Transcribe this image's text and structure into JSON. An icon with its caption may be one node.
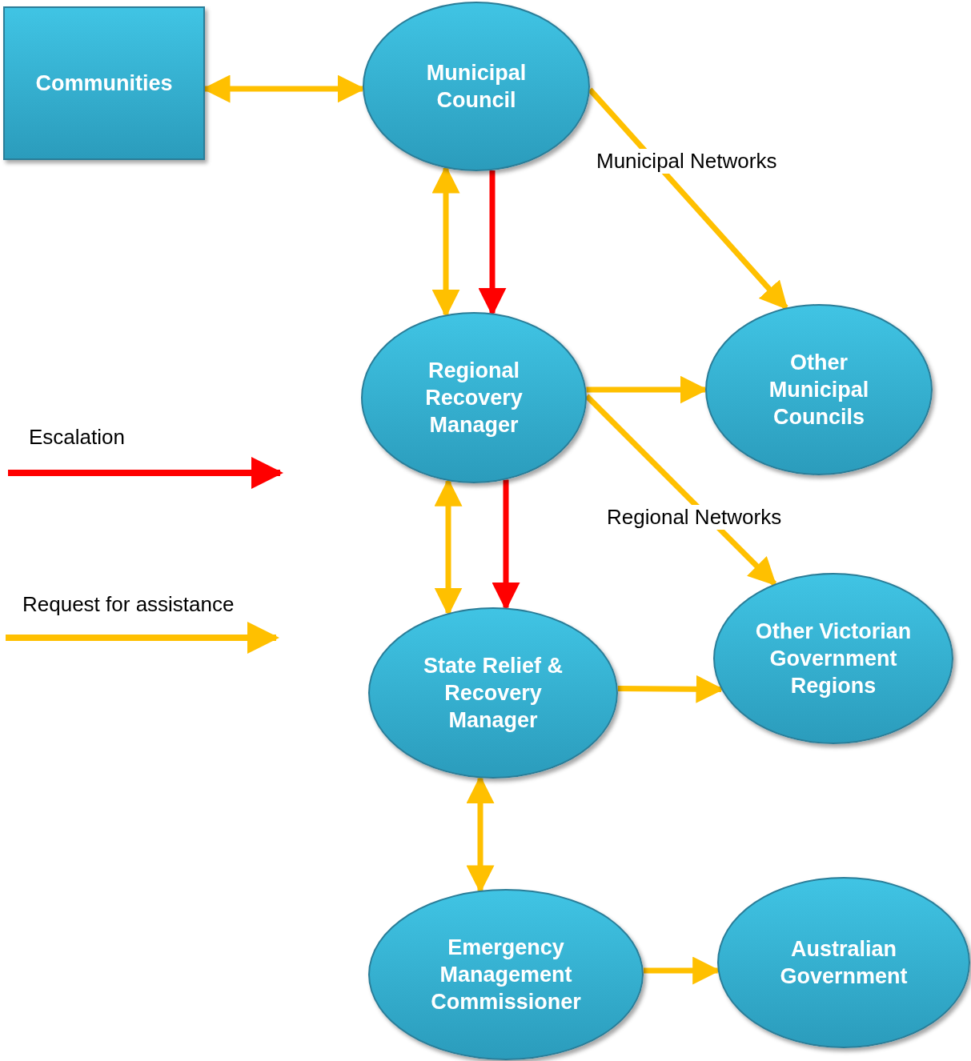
{
  "diagram": {
    "nodes": [
      {
        "text": [
          "Communities"
        ]
      },
      {
        "text": [
          "Municipal Council"
        ]
      },
      {
        "text": [
          "Regional Recovery Manager"
        ]
      },
      {
        "text": [
          "Other Municipal Councils"
        ]
      },
      {
        "text": [
          "State Relief & Recovery Manager"
        ]
      },
      {
        "text": [
          "Other Victorian Government Regions"
        ]
      },
      {
        "text": [
          "Emergency Management Commissioner"
        ]
      },
      {
        "text": [
          "Australian Government"
        ]
      }
    ],
    "edges": [
      {
        "from": 0,
        "to": 1,
        "arrow": "both"
      },
      {
        "from": 1,
        "to": 3,
        "arrow": "to",
        "label": "Municipal Networks"
      },
      {
        "from": 1,
        "to": 2,
        "arrow": "both"
      },
      {
        "from": 1,
        "to": 2,
        "arrow": "to",
        "color": "#ff0000"
      },
      {
        "from": 2,
        "to": 3,
        "arrow": "to"
      },
      {
        "from": 2,
        "to": 5,
        "arrow": "to",
        "label": "Regional Networks"
      },
      {
        "from": 2,
        "to": 4,
        "arrow": "both"
      },
      {
        "from": 2,
        "to": 4,
        "arrow": "to",
        "color": "#ff0000"
      },
      {
        "from": 4,
        "to": 5,
        "arrow": "to"
      },
      {
        "from": 4,
        "to": 6,
        "arrow": "both"
      },
      {
        "from": 6,
        "to": 7,
        "arrow": "to"
      }
    ],
    "legend": [
      {
        "text": "Escalation"
      },
      {
        "text": "Request for assistance"
      }
    ]
  }
}
